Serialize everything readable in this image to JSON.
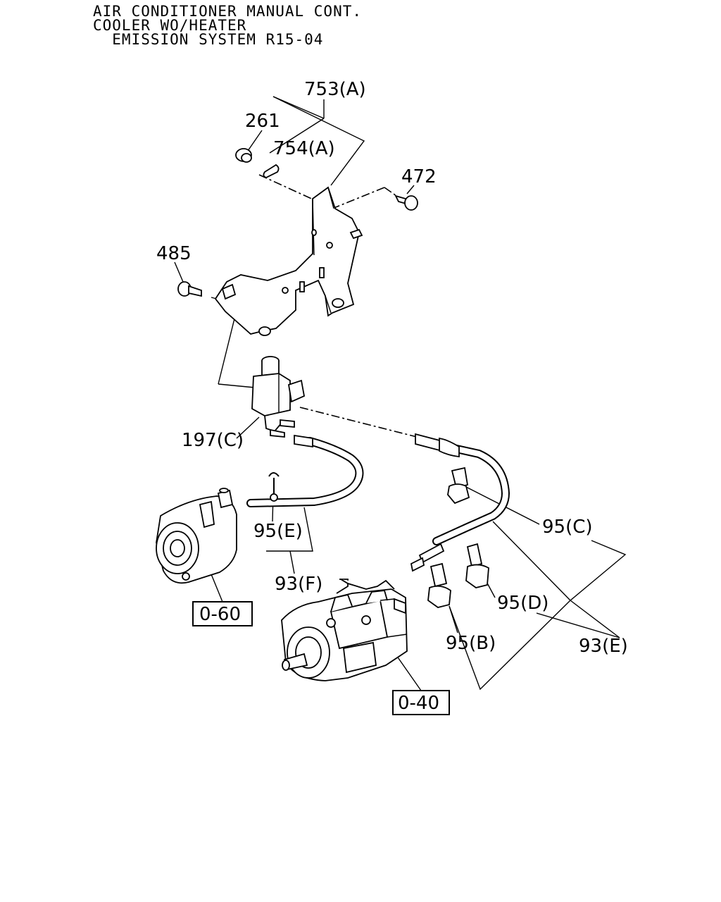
{
  "header": {
    "line1": "AIR CONDITIONER MANUAL CONT.",
    "line2": "COOLER WO/HEATER",
    "line3": "  EMISSION SYSTEM R15-04"
  },
  "labels": {
    "p753A": "753(A)",
    "p261": "261",
    "p754A": "754(A)",
    "p472": "472",
    "p485": "485",
    "p197C": "197(C)",
    "p95C": "95(C)",
    "p95E": "95(E)",
    "p93F": "93(F)",
    "p95D": "95(D)",
    "p95B": "95(B)",
    "p93E": "93(E)"
  },
  "refs": {
    "r060": "0-60",
    "r040": "0-40"
  }
}
